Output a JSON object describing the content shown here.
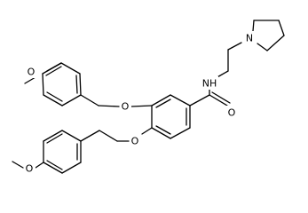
{
  "molecule": {
    "atom_labels": {
      "methoxy_o_top": "O",
      "ether_o_3": "O",
      "amide_nh": "NH",
      "pyrrolidine_n": "N",
      "carbonyl_o": "O",
      "ether_o_4": "O",
      "methoxy_o_bottom": "O"
    }
  }
}
